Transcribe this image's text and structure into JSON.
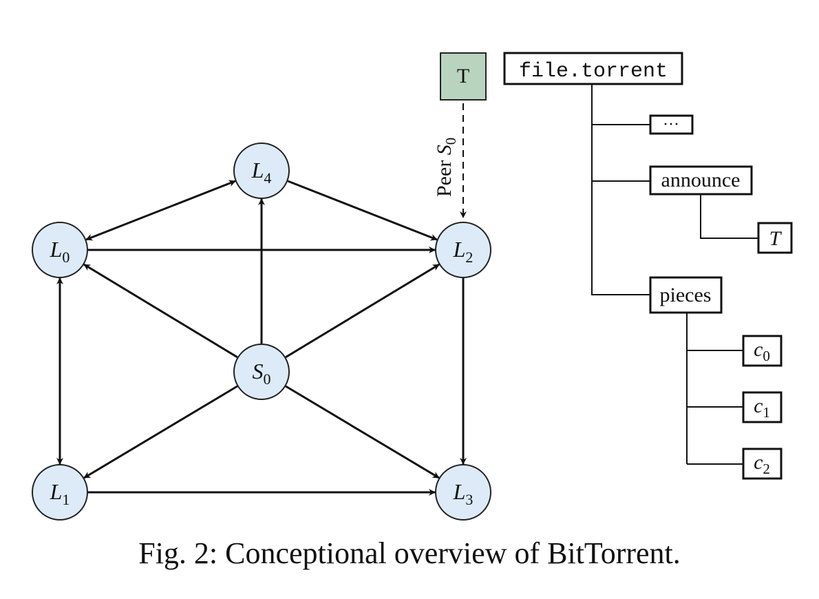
{
  "nodes": {
    "L0": {
      "base": "L",
      "sub": "0"
    },
    "L1": {
      "base": "L",
      "sub": "1"
    },
    "L2": {
      "base": "L",
      "sub": "2"
    },
    "L3": {
      "base": "L",
      "sub": "3"
    },
    "L4": {
      "base": "L",
      "sub": "4"
    },
    "S0": {
      "base": "S",
      "sub": "0"
    }
  },
  "edges": [
    {
      "from": "L0",
      "to": "L4",
      "arrow": "both"
    },
    {
      "from": "L4",
      "to": "L2",
      "arrow": "end"
    },
    {
      "from": "L0",
      "to": "L2",
      "arrow": "end"
    },
    {
      "from": "L0",
      "to": "L1",
      "arrow": "both"
    },
    {
      "from": "L1",
      "to": "L3",
      "arrow": "end"
    },
    {
      "from": "L2",
      "to": "L3",
      "arrow": "end"
    },
    {
      "from": "S0",
      "to": "L0",
      "arrow": "end"
    },
    {
      "from": "S0",
      "to": "L4",
      "arrow": "end"
    },
    {
      "from": "S0",
      "to": "L2",
      "arrow": "end"
    },
    {
      "from": "S0",
      "to": "L1",
      "arrow": "end"
    },
    {
      "from": "S0",
      "to": "L3",
      "arrow": "end"
    }
  ],
  "tracker": {
    "label": "T"
  },
  "peer_label": {
    "text": "Peer ",
    "base": "S",
    "sub": "0"
  },
  "tree": {
    "root": "file.torrent",
    "ellipsis": "···",
    "announce": "announce",
    "announce_child": "T",
    "pieces": "pieces",
    "piece_children": [
      {
        "base": "c",
        "sub": "0"
      },
      {
        "base": "c",
        "sub": "1"
      },
      {
        "base": "c",
        "sub": "2"
      }
    ]
  },
  "caption": "Fig. 2: Conceptional overview of BitTorrent."
}
